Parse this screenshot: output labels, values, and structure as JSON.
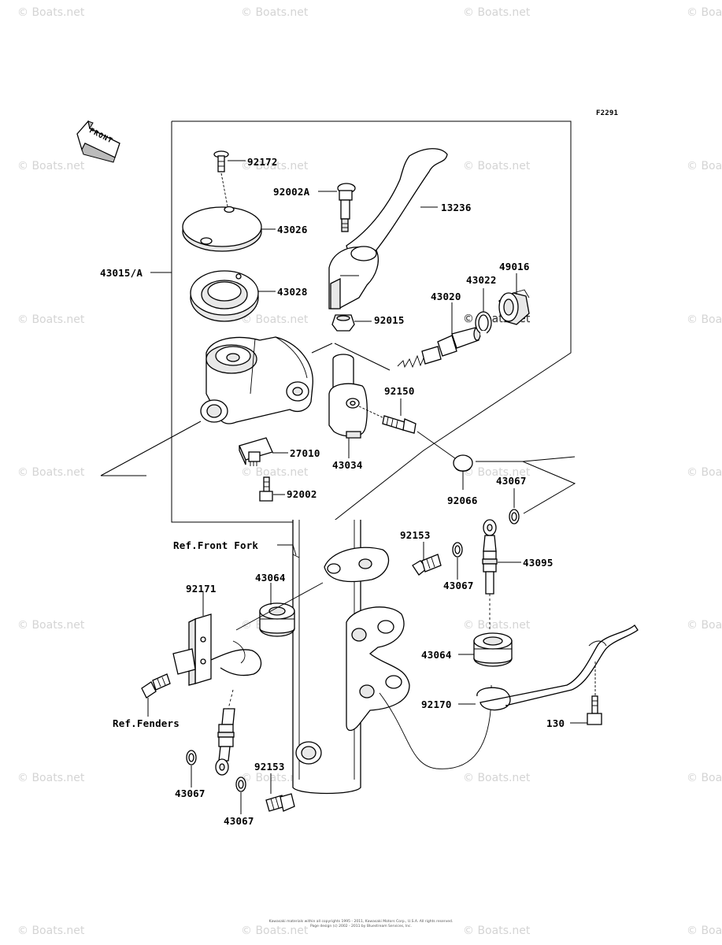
{
  "diagram_code": "F2291",
  "front_indicator": "FRONT",
  "watermark": "© Boats.net",
  "copyright": [
    "Kawasaki materials within all copyrights 1995 - 2011, Kawasaki Motors Corp., U.S.A. All rights reserved.",
    "Page design (c) 2002 - 2011 by Bluestream Services, Inc."
  ],
  "parts": [
    {
      "id": "p-92172",
      "label": "92172"
    },
    {
      "id": "p-92002a",
      "label": "92002A"
    },
    {
      "id": "p-13236",
      "label": "13236"
    },
    {
      "id": "p-43026",
      "label": "43026"
    },
    {
      "id": "p-43015a",
      "label": "43015/A"
    },
    {
      "id": "p-43028",
      "label": "43028"
    },
    {
      "id": "p-49016",
      "label": "49016"
    },
    {
      "id": "p-43022",
      "label": "43022"
    },
    {
      "id": "p-43020",
      "label": "43020"
    },
    {
      "id": "p-92015",
      "label": "92015"
    },
    {
      "id": "p-92150",
      "label": "92150"
    },
    {
      "id": "p-27010",
      "label": "27010"
    },
    {
      "id": "p-43034",
      "label": "43034"
    },
    {
      "id": "p-92002",
      "label": "92002"
    },
    {
      "id": "p-92066",
      "label": "92066"
    },
    {
      "id": "p-43067-a",
      "label": "43067"
    },
    {
      "id": "p-ref-fork",
      "label": "Ref.Front Fork"
    },
    {
      "id": "p-92153-a",
      "label": "92153"
    },
    {
      "id": "p-43095",
      "label": "43095"
    },
    {
      "id": "p-43064-a",
      "label": "43064"
    },
    {
      "id": "p-92171",
      "label": "92171"
    },
    {
      "id": "p-43067-b",
      "label": "43067"
    },
    {
      "id": "p-43064-b",
      "label": "43064"
    },
    {
      "id": "p-92170",
      "label": "92170"
    },
    {
      "id": "p-ref-fenders",
      "label": "Ref.Fenders"
    },
    {
      "id": "p-130",
      "label": "130"
    },
    {
      "id": "p-92153-b",
      "label": "92153"
    },
    {
      "id": "p-43067-c",
      "label": "43067"
    },
    {
      "id": "p-43067-d",
      "label": "43067"
    }
  ]
}
